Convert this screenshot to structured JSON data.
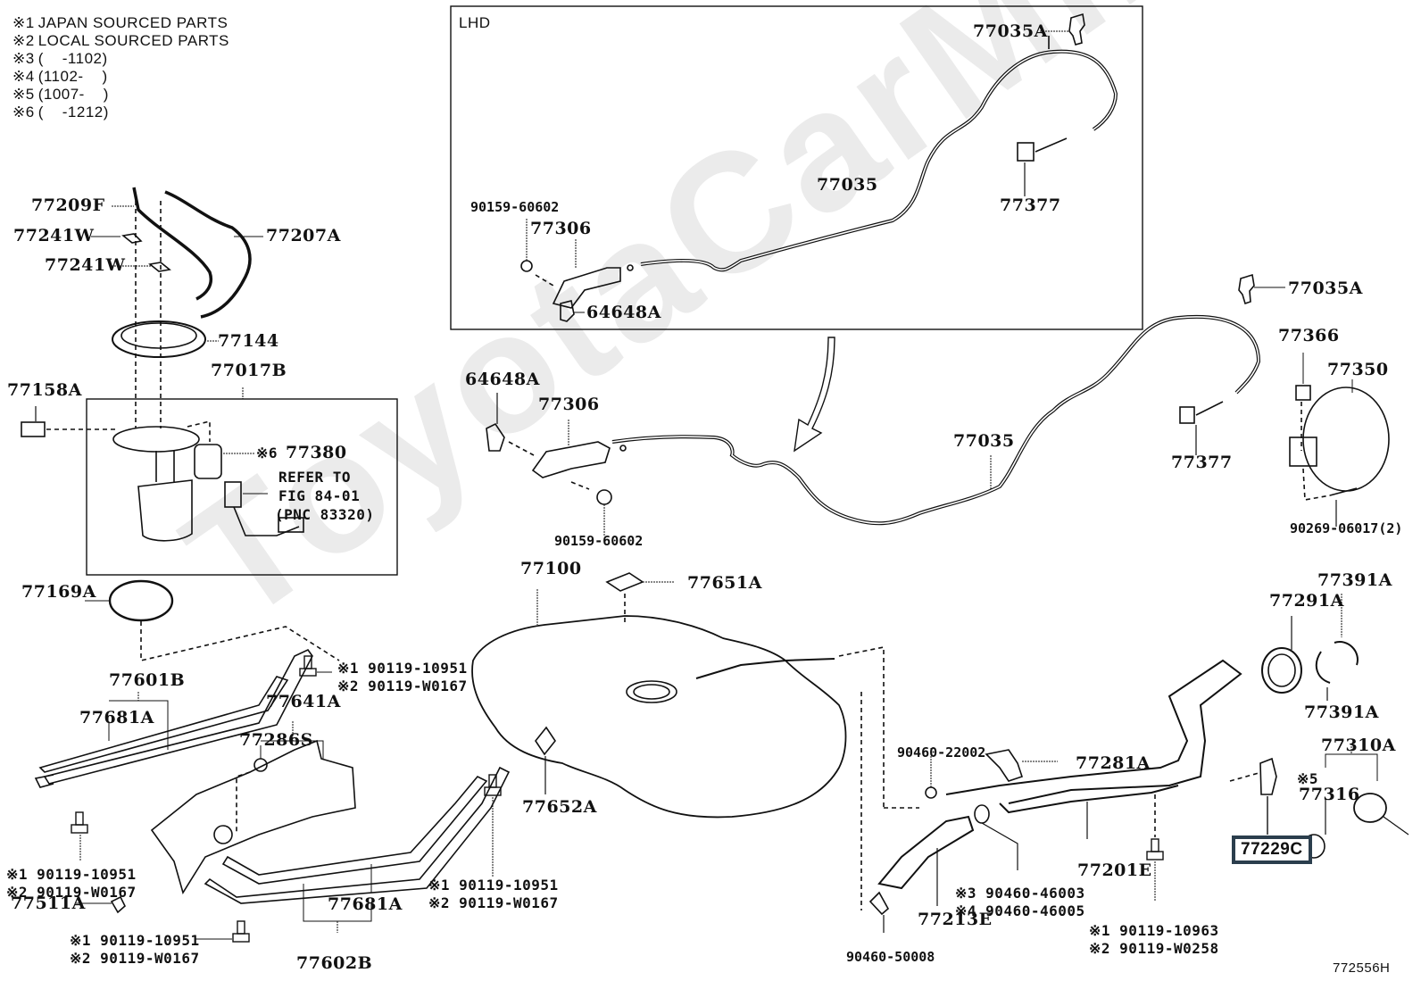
{
  "diagram": {
    "title": "Fuel tank & tube assembly",
    "drawing_number": "772556H",
    "watermark": "ToyotaCarMine.ru",
    "inset_label": "LHD",
    "highlighted_part": "77229C"
  },
  "notes": [
    {
      "mark": "※1",
      "text": "JAPAN SOURCED PARTS"
    },
    {
      "mark": "※2",
      "text": "LOCAL SOURCED PARTS"
    },
    {
      "mark": "※3",
      "text": "(    -1102)"
    },
    {
      "mark": "※4",
      "text": "(1102-    )"
    },
    {
      "mark": "※5",
      "text": "(1007-    )"
    },
    {
      "mark": "※6",
      "text": "(    -1212)"
    }
  ],
  "labels": {
    "lhd_77035A": "77035A",
    "lhd_77035": "77035",
    "lhd_77377": "77377",
    "lhd_90159": "90159-60602",
    "lhd_77306": "77306",
    "lhd_64648A": "64648A",
    "p77209F": "77209F",
    "p77241W_1": "77241W",
    "p77241W_2": "77241W",
    "p77207A": "77207A",
    "p77144": "77144",
    "p77017B": "77017B",
    "p77158A": "77158A",
    "p77380_note": "※6",
    "p77380": "77380",
    "refer_1": "REFER TO",
    "refer_2": "FIG 84-01",
    "refer_3": "(PNC 83320)",
    "p64648A": "64648A",
    "p77306": "77306",
    "p90159": "90159-60602",
    "p77035": "77035",
    "p77035A": "77035A",
    "p77366": "77366",
    "p77350": "77350",
    "p77377": "77377",
    "p90269": "90269-06017(2)",
    "p77169A": "77169A",
    "p77100": "77100",
    "p77651A": "77651A",
    "bolt_top_1": "※1 90119-10951",
    "bolt_top_2": "※2 90119-W0167",
    "p77601B": "77601B",
    "p77681A_left": "77681A",
    "p77641A": "77641A",
    "p77286S": "77286S",
    "p77652A": "77652A",
    "bolt_left_1": "※1 90119-10951",
    "bolt_left_2": "※2 90119-W0167",
    "p77511A": "77511A",
    "bolt_bottom_1": "※1 90119-10951",
    "bolt_bottom_2": "※2 90119-W0167",
    "bolt_mid_1": "※1 90119-10951",
    "bolt_mid_2": "※2 90119-W0167",
    "p77681A_right": "77681A",
    "p77602B": "77602B",
    "p90460_22002": "90460-22002",
    "p77281A": "77281A",
    "p77201E": "77201E",
    "clamp_1": "※3 90460-46003",
    "clamp_2": "※4 90460-46005",
    "p77213E": "77213E",
    "p90460_50008": "90460-50008",
    "bolt_right_1": "※1 90119-10963",
    "bolt_right_2": "※2 90119-W0258",
    "p77291A": "77291A",
    "p77391A_top": "77391A",
    "p77391A_bottom": "77391A",
    "p77310A": "77310A",
    "p77316_note": "※5",
    "p77316": "77316",
    "p77229C": "77229C"
  }
}
